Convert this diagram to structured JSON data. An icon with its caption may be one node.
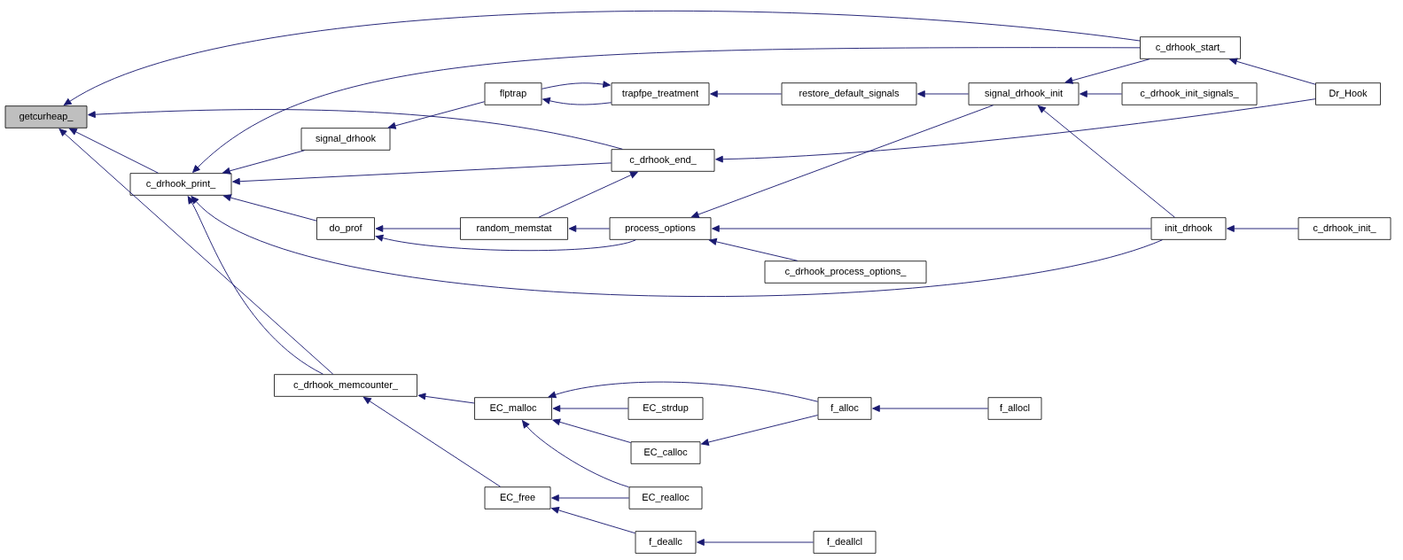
{
  "diagram": {
    "nodes": [
      {
        "text": [
          "getcurheap_"
        ]
      },
      {
        "text": [
          "c_drhook_print_"
        ]
      },
      {
        "text": [
          "signal_drhook"
        ]
      },
      {
        "text": [
          "flptrap"
        ]
      },
      {
        "text": [
          "trapfpe_treatment"
        ]
      },
      {
        "text": [
          "restore_default_signals"
        ]
      },
      {
        "text": [
          "signal_drhook_init"
        ]
      },
      {
        "text": [
          "c_drhook_start_"
        ]
      },
      {
        "text": [
          "Dr_Hook"
        ]
      },
      {
        "text": [
          "c_drhook_init_signals_"
        ]
      },
      {
        "text": [
          "c_drhook_end_"
        ]
      },
      {
        "text": [
          "do_prof"
        ]
      },
      {
        "text": [
          "random_memstat"
        ]
      },
      {
        "text": [
          "process_options"
        ]
      },
      {
        "text": [
          "init_drhook"
        ]
      },
      {
        "text": [
          "c_drhook_init_"
        ]
      },
      {
        "text": [
          "c_drhook_process_options_"
        ]
      },
      {
        "text": [
          "c_drhook_memcounter_"
        ]
      },
      {
        "text": [
          "EC_malloc"
        ]
      },
      {
        "text": [
          "EC_strdup"
        ]
      },
      {
        "text": [
          "f_alloc"
        ]
      },
      {
        "text": [
          "f_allocl"
        ]
      },
      {
        "text": [
          "EC_calloc"
        ]
      },
      {
        "text": [
          "EC_realloc"
        ]
      },
      {
        "text": [
          "EC_free"
        ]
      },
      {
        "text": [
          "f_deallc"
        ]
      },
      {
        "text": [
          "f_deallcl"
        ]
      }
    ],
    "edges": [
      {
        "from": 7,
        "to": 0,
        "arrow": "to"
      },
      {
        "from": 7,
        "to": 1,
        "arrow": "to"
      },
      {
        "from": 10,
        "to": 0,
        "arrow": "to"
      },
      {
        "from": 1,
        "to": 0,
        "arrow": "to"
      },
      {
        "from": 17,
        "to": 0,
        "arrow": "to"
      },
      {
        "from": 2,
        "to": 1,
        "arrow": "to"
      },
      {
        "from": 10,
        "to": 1,
        "arrow": "to"
      },
      {
        "from": 11,
        "to": 1,
        "arrow": "to"
      },
      {
        "from": 17,
        "to": 1,
        "arrow": "to"
      },
      {
        "from": 14,
        "to": 1,
        "arrow": "to"
      },
      {
        "from": 3,
        "to": 2,
        "arrow": "to"
      },
      {
        "from": 4,
        "to": 3,
        "arrow": "to"
      },
      {
        "from": 3,
        "to": 4,
        "arrow": "to"
      },
      {
        "from": 5,
        "to": 4,
        "arrow": "to"
      },
      {
        "from": 6,
        "to": 5,
        "arrow": "to"
      },
      {
        "from": 7,
        "to": 6,
        "arrow": "to"
      },
      {
        "from": 9,
        "to": 6,
        "arrow": "to"
      },
      {
        "from": 14,
        "to": 6,
        "arrow": "to"
      },
      {
        "from": 8,
        "to": 7,
        "arrow": "to"
      },
      {
        "from": 8,
        "to": 10,
        "arrow": "to"
      },
      {
        "from": 12,
        "to": 11,
        "arrow": "to"
      },
      {
        "from": 13,
        "to": 11,
        "arrow": "to"
      },
      {
        "from": 12,
        "to": 10,
        "arrow": "to"
      },
      {
        "from": 13,
        "to": 12,
        "arrow": "to"
      },
      {
        "from": 6,
        "to": 13,
        "arrow": "to"
      },
      {
        "from": 14,
        "to": 13,
        "arrow": "to"
      },
      {
        "from": 16,
        "to": 13,
        "arrow": "to"
      },
      {
        "from": 15,
        "to": 14,
        "arrow": "to"
      },
      {
        "from": 18,
        "to": 17,
        "arrow": "to"
      },
      {
        "from": 24,
        "to": 17,
        "arrow": "to"
      },
      {
        "from": 20,
        "to": 18,
        "arrow": "to"
      },
      {
        "from": 19,
        "to": 18,
        "arrow": "to"
      },
      {
        "from": 22,
        "to": 18,
        "arrow": "to"
      },
      {
        "from": 23,
        "to": 18,
        "arrow": "to"
      },
      {
        "from": 20,
        "to": 22,
        "arrow": "to"
      },
      {
        "from": 21,
        "to": 20,
        "arrow": "to"
      },
      {
        "from": 23,
        "to": 24,
        "arrow": "to"
      },
      {
        "from": 25,
        "to": 24,
        "arrow": "to"
      },
      {
        "from": 26,
        "to": 25,
        "arrow": "to"
      }
    ]
  }
}
